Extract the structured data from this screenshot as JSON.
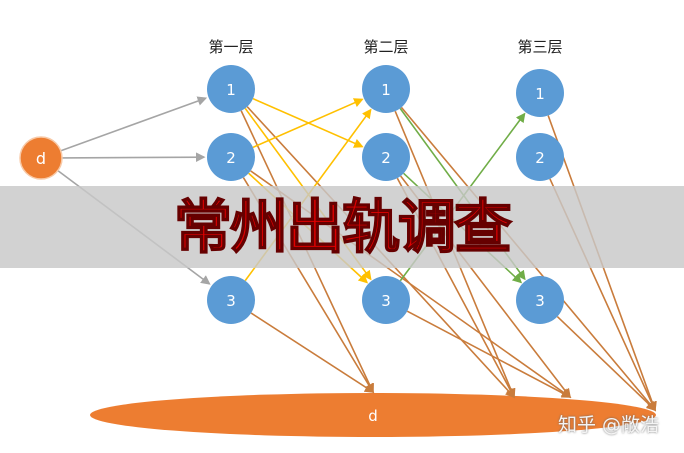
{
  "layers": [
    {
      "title": "第一层",
      "nodes": [
        "1",
        "2",
        "3"
      ]
    },
    {
      "title": "第二层",
      "nodes": [
        "1",
        "2",
        "3"
      ]
    },
    {
      "title": "第三层",
      "nodes": [
        "1",
        "2",
        "3"
      ]
    }
  ],
  "source_label": "d",
  "sink_label": "d",
  "banner_text": "常州出轨调查",
  "watermark": "知乎 @敞浩",
  "colors": {
    "node": "#5b9bd5",
    "source": "#ed7d31",
    "input_edge": "#a5a5a5",
    "layer1_edge": "#ffc000",
    "layer2_edge": "#70ad47",
    "sink_edge": "#c97c3c",
    "banner": "#e00000"
  }
}
